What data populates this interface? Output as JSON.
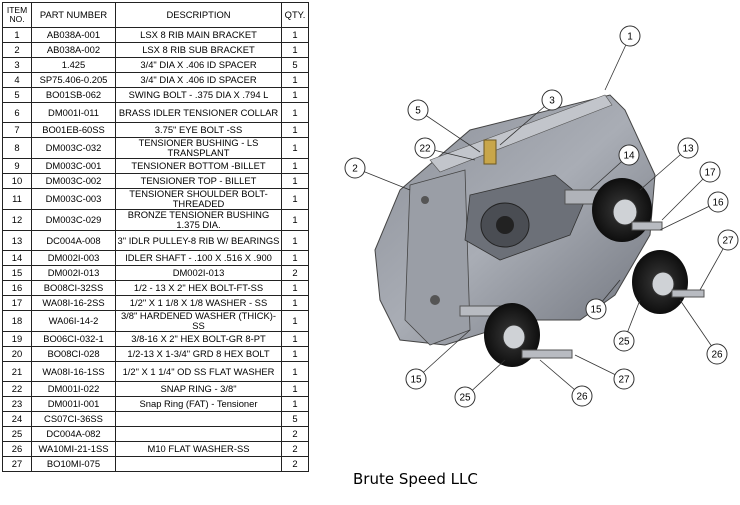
{
  "table": {
    "headers": {
      "item": "ITEM NO.",
      "part": "PART NUMBER",
      "desc": "DESCRIPTION",
      "qty": "QTY."
    },
    "rows": [
      {
        "item": "1",
        "part": "AB038A-001",
        "desc": "LSX 8 RIB MAIN BRACKET",
        "qty": "1"
      },
      {
        "item": "2",
        "part": "AB038A-002",
        "desc": "LSX 8 RIB SUB BRACKET",
        "qty": "1"
      },
      {
        "item": "3",
        "part": "1.425",
        "desc": "3/4\" DIA X .406 ID SPACER",
        "qty": "5"
      },
      {
        "item": "4",
        "part": "SP75.406-0.205",
        "desc": "3/4\" DIA X .406 ID SPACER",
        "qty": "1"
      },
      {
        "item": "5",
        "part": "BO01SB-062",
        "desc": "SWING BOLT - .375 DIA X .794 L",
        "qty": "1"
      },
      {
        "item": "6",
        "part": "DM001I-011",
        "desc": "BRASS IDLER TENSIONER COLLAR",
        "qty": "1"
      },
      {
        "item": "7",
        "part": "BO01EB-60SS",
        "desc": "3.75\" EYE BOLT -SS",
        "qty": "1"
      },
      {
        "item": "8",
        "part": "DM003C-032",
        "desc": "TENSIONER BUSHING - LS TRANSPLANT",
        "qty": "1"
      },
      {
        "item": "9",
        "part": "DM003C-001",
        "desc": "TENSIONER BOTTOM -BILLET",
        "qty": "1"
      },
      {
        "item": "10",
        "part": "DM003C-002",
        "desc": "TENSIONER TOP - BILLET",
        "qty": "1"
      },
      {
        "item": "11",
        "part": "DM003C-003",
        "desc": "TENSIONER SHOULDER BOLT-THREADED",
        "qty": "1"
      },
      {
        "item": "12",
        "part": "DM003C-029",
        "desc": "BRONZE TENSIONER BUSHING 1.375 DIA.",
        "qty": "1"
      },
      {
        "item": "13",
        "part": "DC004A-008",
        "desc": "3\" IDLR PULLEY-8 RIB W/ BEARINGS",
        "qty": "1"
      },
      {
        "item": "14",
        "part": "DM002I-003",
        "desc": "IDLER SHAFT - .100 X .516 X .900",
        "qty": "1"
      },
      {
        "item": "15",
        "part": "DM002I-013",
        "desc": "DM002I-013",
        "qty": "2"
      },
      {
        "item": "16",
        "part": "BO08CI-32SS",
        "desc": "1/2 - 13 X 2\" HEX BOLT-FT-SS",
        "qty": "1"
      },
      {
        "item": "17",
        "part": "WA08I-16-2SS",
        "desc": "1/2\" X 1  1/8  X 1/8 WASHER - SS",
        "qty": "1"
      },
      {
        "item": "18",
        "part": "WA06I-14-2",
        "desc": "3/8\" HARDENED WASHER (THICK)-SS",
        "qty": "1"
      },
      {
        "item": "19",
        "part": "BO06CI-032-1",
        "desc": "3/8-16 X 2\" HEX BOLT-GR 8-PT",
        "qty": "1"
      },
      {
        "item": "20",
        "part": "BO08CI-028",
        "desc": "1/2-13 X 1-3/4\" GRD 8 HEX BOLT",
        "qty": "1"
      },
      {
        "item": "21",
        "part": "WA08I-16-1SS",
        "desc": "1/2\" X 1 1/4\" OD SS FLAT WASHER",
        "qty": "1"
      },
      {
        "item": "22",
        "part": "DM001I-022",
        "desc": "SNAP RING - 3/8\"",
        "qty": "1"
      },
      {
        "item": "23",
        "part": "DM001I-001",
        "desc": "Snap Ring (FAT) - Tensioner",
        "qty": "1"
      },
      {
        "item": "24",
        "part": "CS07CI-36SS",
        "desc": "",
        "qty": "5"
      },
      {
        "item": "25",
        "part": "DC004A-082",
        "desc": "",
        "qty": "2"
      },
      {
        "item": "26",
        "part": "WA10MI-21-1SS",
        "desc": "M10 FLAT WASHER-SS",
        "qty": "2"
      },
      {
        "item": "27",
        "part": "BO10MI-075",
        "desc": "",
        "qty": "2"
      }
    ]
  },
  "callouts": [
    "1",
    "2",
    "3",
    "5",
    "22",
    "14",
    "13",
    "17",
    "16",
    "27",
    "15",
    "25",
    "26",
    "15",
    "25",
    "26",
    "27"
  ],
  "brand": "Brute Speed LLC"
}
